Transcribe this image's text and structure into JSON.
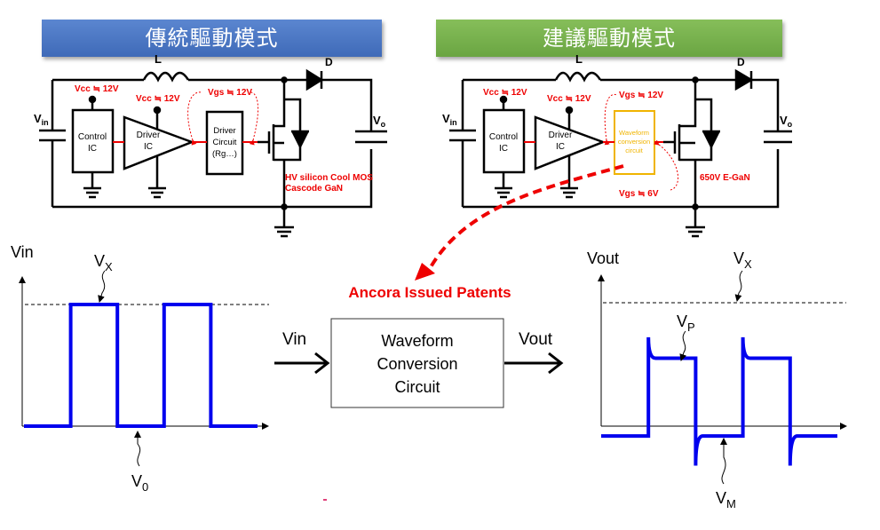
{
  "banners": {
    "left": "傳統驅動模式",
    "right": "建議驅動模式"
  },
  "colors": {
    "waveform": "#0000ee",
    "annotation_red": "#ee0000",
    "conversion_box": "#f0b400",
    "wire": "#000000"
  },
  "circuit_left": {
    "inductor_label": "L",
    "diode_label": "D",
    "vin_label": "V",
    "vin_sub": "in",
    "vo_label": "V",
    "vo_sub": "o",
    "control_ic": [
      "Control",
      "IC"
    ],
    "driver_ic": [
      "Driver",
      "IC"
    ],
    "driver_circuit": [
      "Driver",
      "Circuit",
      "(Rg…)"
    ],
    "vcc1": "Vcc ≒ 12V",
    "vcc2": "Vcc ≒ 12V",
    "vgs": "Vgs ≒ 12V",
    "device": [
      "HV silicon Cool MOS",
      "Cascode  GaN"
    ]
  },
  "circuit_right": {
    "inductor_label": "L",
    "diode_label": "D",
    "vin_label": "V",
    "vin_sub": "in",
    "vo_label": "V",
    "vo_sub": "o",
    "control_ic": [
      "Control",
      "IC"
    ],
    "driver_ic": [
      "Driver",
      "IC"
    ],
    "conversion_circuit": [
      "Waveform",
      "conversion",
      "circuit"
    ],
    "vcc1": "Vcc ≒ 12V",
    "vcc2": "Vcc ≒ 12V",
    "vgs_in": "Vgs ≒ 12V",
    "vgs_out": "Vgs ≒ 6V",
    "device": "650V E-GaN"
  },
  "patent_label": "Ancora Issued Patents",
  "block": {
    "input_label": "Vin",
    "output_label": "Vout",
    "lines": [
      "Waveform",
      "Conversion",
      "Circuit"
    ]
  },
  "chart_data": [
    {
      "type": "line",
      "title": "",
      "ylabel": "Vin",
      "xlabel": "",
      "description": "square wave input",
      "levels": {
        "high": "Vx",
        "low": "V0"
      },
      "annotations": [
        {
          "main": "V",
          "sub": "X"
        },
        {
          "main": "V",
          "sub": "0"
        }
      ],
      "series": [
        {
          "name": "Vin",
          "x": [
            0,
            2,
            2,
            4,
            4,
            6,
            6,
            8,
            8,
            10
          ],
          "y": [
            0,
            0,
            1,
            1,
            0,
            0,
            1,
            1,
            0,
            0
          ]
        }
      ],
      "reference_line": {
        "label": "Vx",
        "y": 1
      }
    },
    {
      "type": "line",
      "title": "",
      "ylabel": "Vout",
      "xlabel": "",
      "description": "converted output with positive overshoot to Vp and negative level Vm",
      "levels": {
        "reference": "Vx",
        "positive": "Vp",
        "negative": "Vm"
      },
      "annotations": [
        {
          "main": "V",
          "sub": "X"
        },
        {
          "main": "V",
          "sub": "P"
        },
        {
          "main": "V",
          "sub": "M"
        }
      ],
      "series": [
        {
          "name": "Vout",
          "x": [
            0,
            2,
            2,
            2.3,
            4,
            4,
            4.3,
            6,
            6,
            6.3,
            8,
            8,
            8.3,
            10
          ],
          "y": [
            -0.08,
            -0.08,
            0.72,
            0.55,
            0.55,
            -0.32,
            -0.08,
            -0.08,
            0.72,
            0.55,
            0.55,
            -0.32,
            -0.08,
            -0.08
          ]
        }
      ],
      "reference_line": {
        "label": "Vx",
        "y": 1
      }
    }
  ]
}
